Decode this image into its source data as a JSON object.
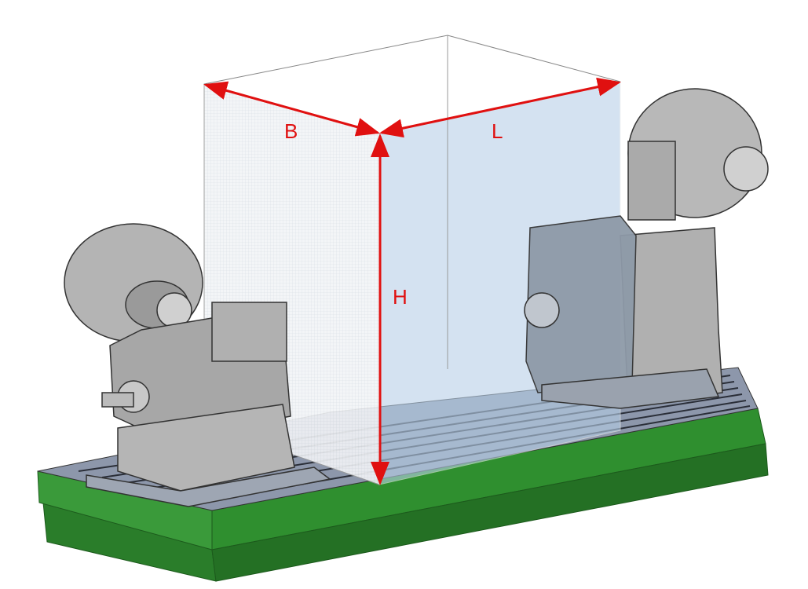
{
  "diagram": {
    "dimensions": {
      "width_label": "B",
      "length_label": "L",
      "height_label": "H"
    },
    "colors": {
      "dimension": "#e01010",
      "bed": "#2e8b2e",
      "bed_top": "#8a94a8",
      "box": "#b8d0e8",
      "machine": "#a8a8a8"
    }
  }
}
